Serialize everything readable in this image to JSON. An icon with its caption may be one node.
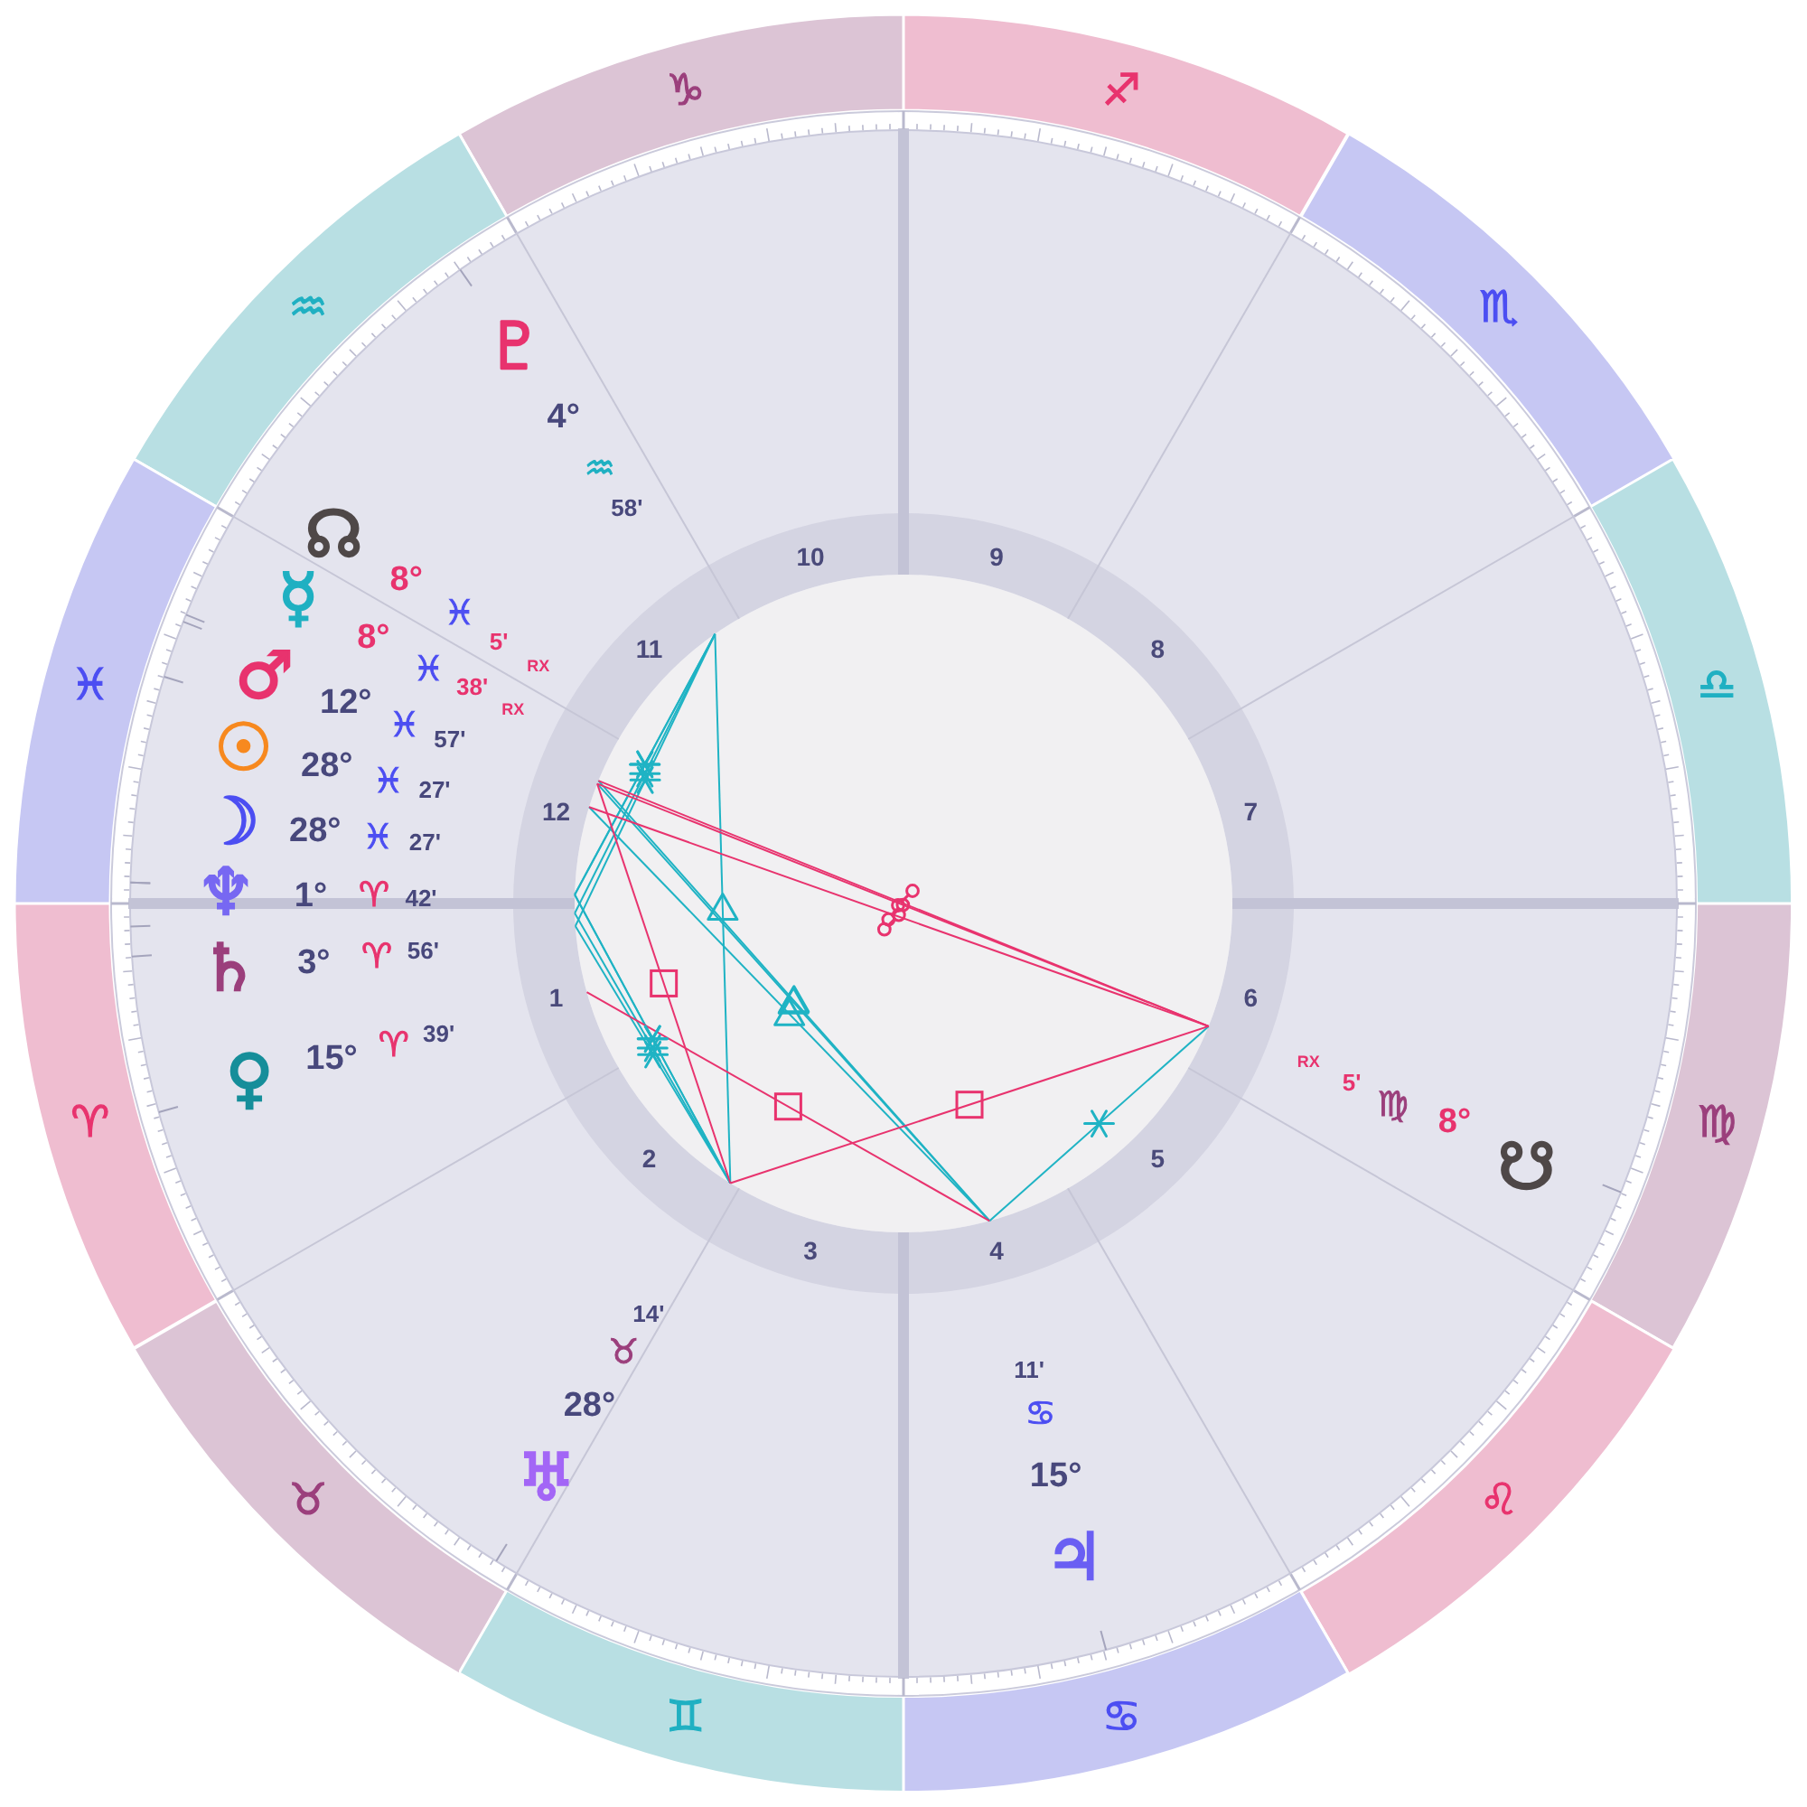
{
  "diagram": {
    "nodes": [
      {
        "text": [
          "♑"
        ]
      },
      {
        "text": [
          "♐"
        ]
      },
      {
        "text": [
          "♒"
        ]
      },
      {
        "text": [
          "♏"
        ]
      },
      {
        "text": [
          "♓"
        ]
      },
      {
        "text": [
          "♎"
        ]
      },
      {
        "text": [
          "♈"
        ]
      },
      {
        "text": [
          "♍"
        ]
      },
      {
        "text": [
          "♉"
        ]
      },
      {
        "text": [
          "♌"
        ]
      },
      {
        "text": [
          "♊"
        ]
      },
      {
        "text": [
          "♋"
        ]
      }
    ],
    "labels": [
      "♇",
      "4°",
      "♒",
      "58'",
      "☊",
      "8°",
      "♓",
      "5'",
      "RX",
      "☿",
      "8°",
      "♓",
      "38'",
      "RX",
      "♂",
      "12°",
      "♓",
      "57'",
      "☉",
      "28°",
      "♓",
      "27'",
      "☽",
      "28°",
      "♓",
      "27'",
      "♆",
      "1°",
      "♈",
      "42'",
      "♄",
      "3°",
      "♈",
      "56'",
      "♀",
      "15°",
      "♈",
      "39'",
      "10",
      "9",
      "11",
      "8",
      "12",
      "7",
      "1",
      "6",
      "2",
      "5",
      "3",
      "4",
      "RX",
      "5'",
      "♍",
      "8°",
      "☋",
      "14'",
      "♉",
      "28°",
      "♅",
      "11'",
      "♋",
      "15°",
      "♃"
    ]
  }
}
